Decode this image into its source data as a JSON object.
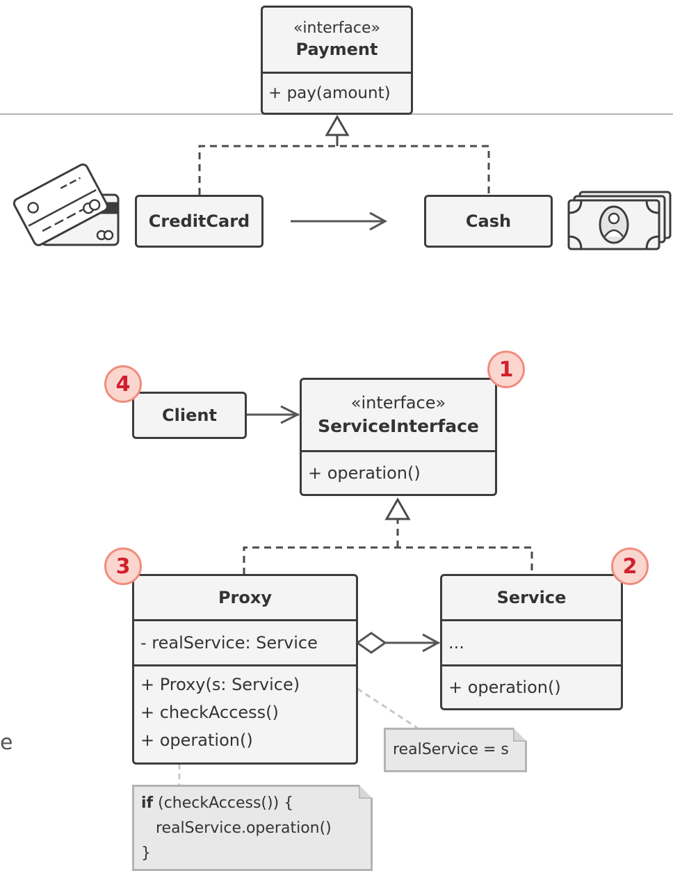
{
  "top_diagram": {
    "payment": {
      "stereotype": "«interface»",
      "name": "Payment",
      "method": "+ pay(amount)"
    },
    "credit_card": {
      "name": "CreditCard"
    },
    "cash": {
      "name": "Cash"
    }
  },
  "bottom_diagram": {
    "client": {
      "name": "Client",
      "badge": "4"
    },
    "service_interface": {
      "stereotype": "«interface»",
      "name": "ServiceInterface",
      "method": "+ operation()",
      "badge": "1"
    },
    "proxy": {
      "name": "Proxy",
      "field": "- realService: Service",
      "methods": [
        "+ Proxy(s: Service)",
        "+ checkAccess()",
        "+ operation()"
      ],
      "badge": "3"
    },
    "service": {
      "name": "Service",
      "field": "...",
      "method": "+ operation()",
      "badge": "2"
    },
    "note_constructor": {
      "text": "realService = s"
    },
    "note_operation": {
      "keyword": "if",
      "line1_rest": " (checkAccess()) {",
      "line2": "   realService.operation()",
      "line3": "}"
    }
  },
  "edge_fragment": "e",
  "colors": {
    "box_fill": "#f4f4f4",
    "border": "#3c3c3c",
    "badge_fill": "#fbd6cf",
    "badge_ring": "#f08c7c",
    "badge_text": "#d0202c",
    "note_fill": "#e8e8e8"
  }
}
